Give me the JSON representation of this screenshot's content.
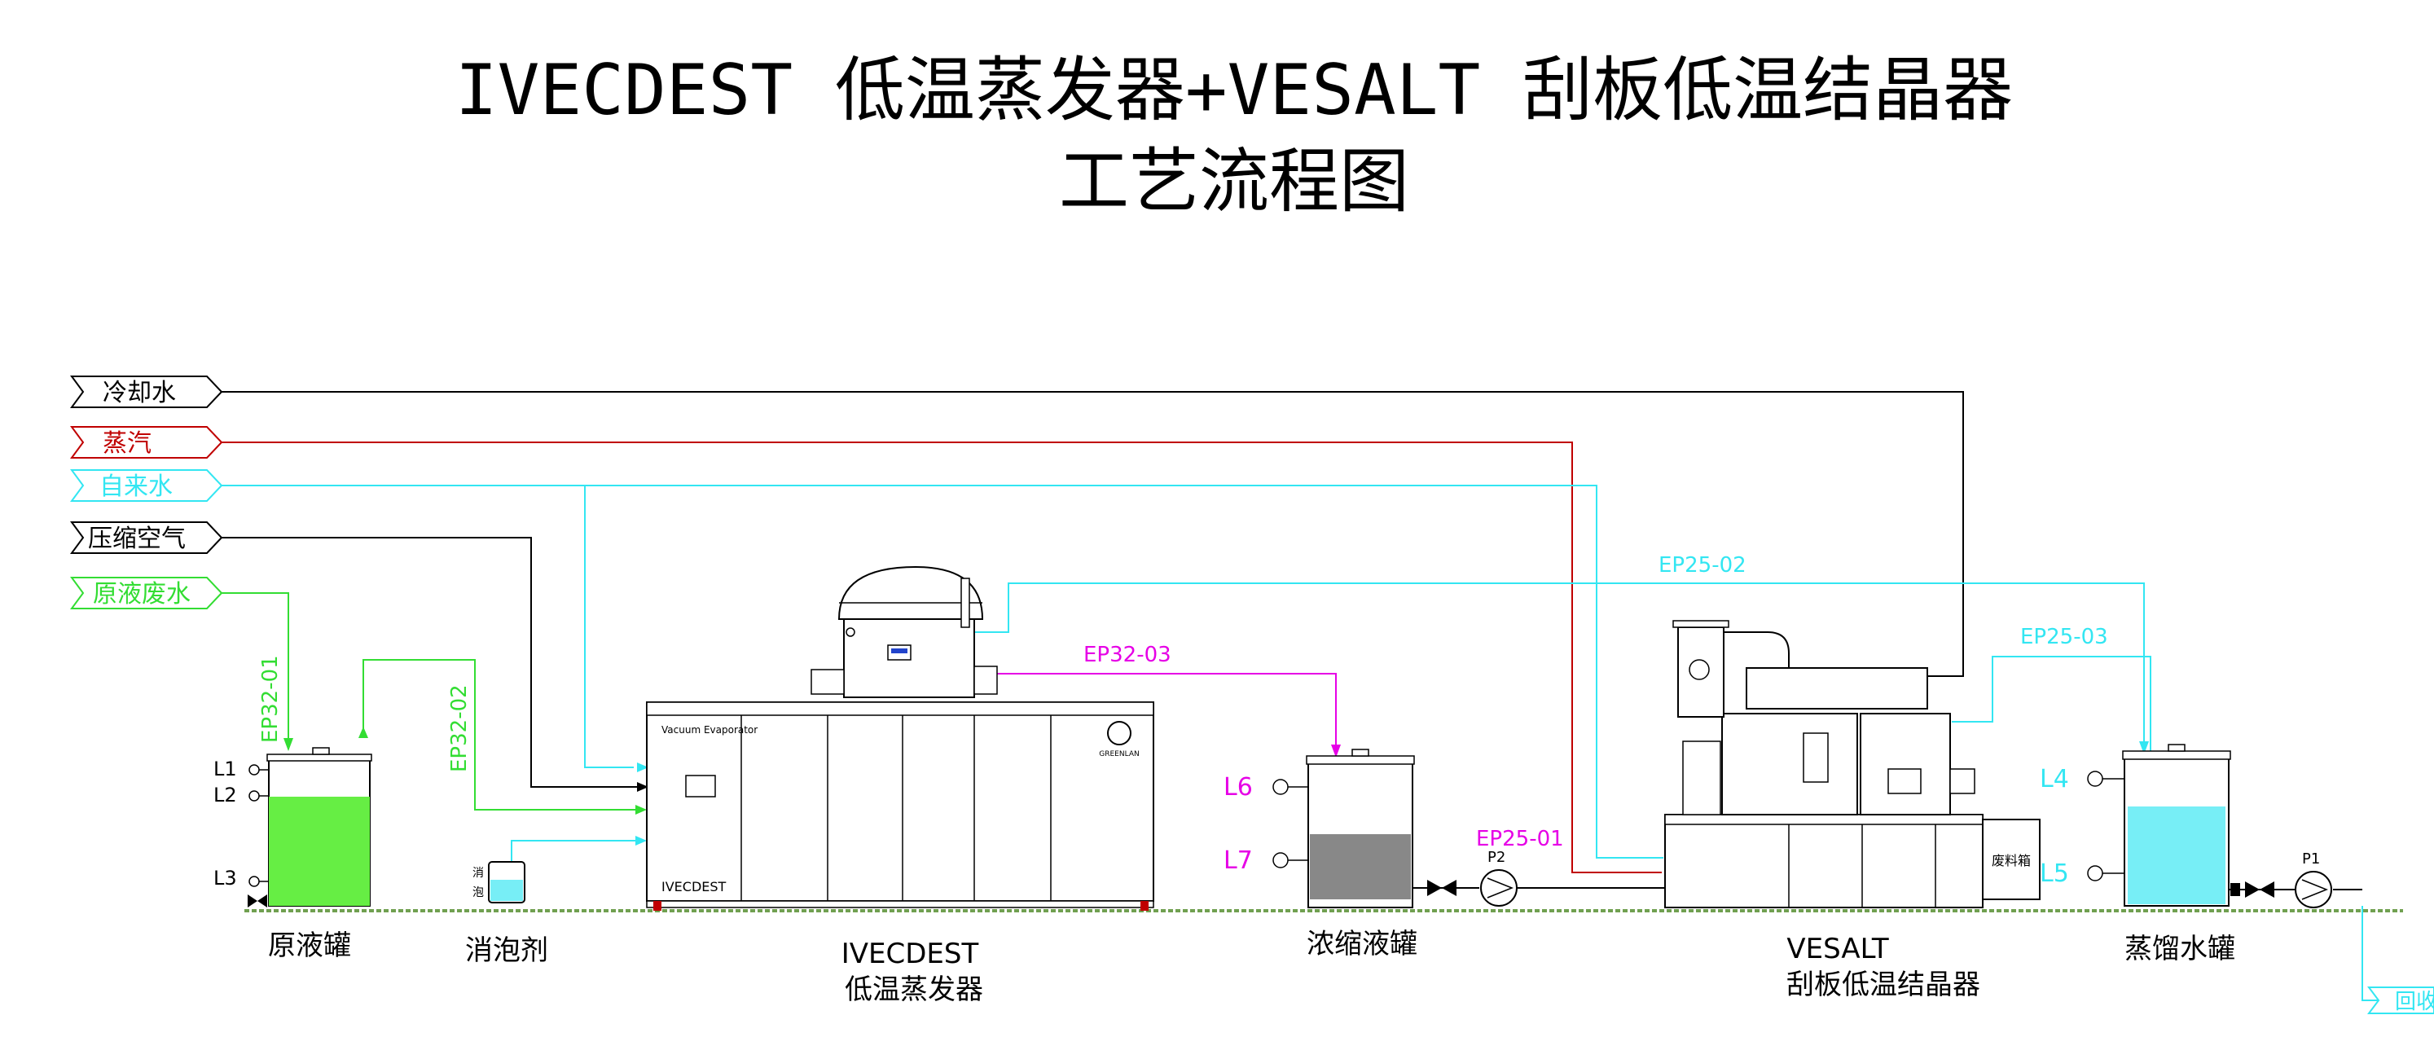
{
  "title": {
    "line1": "IVECDEST 低温蒸发器+VESALT 刮板低温结晶器",
    "line2": "工艺流程图"
  },
  "colors": {
    "cooling_water": "#000000",
    "steam": "#c00000",
    "tap_water": "#33e6f2",
    "compressed_air": "#000000",
    "raw_wastewater": "#33dd33",
    "concentrate": "#e600e6",
    "ground": "#70a050"
  },
  "utility_tags": [
    {
      "label": "冷却水",
      "color_key": "cooling_water"
    },
    {
      "label": "蒸汽",
      "color_key": "steam"
    },
    {
      "label": "自来水",
      "color_key": "tap_water"
    },
    {
      "label": "压缩空气",
      "color_key": "compressed_air"
    },
    {
      "label": "原液废水",
      "color_key": "raw_wastewater"
    }
  ],
  "pipe_labels": {
    "ep32_01": "EP32-01",
    "ep32_02": "EP32-02",
    "ep32_03": "EP32-03",
    "ep25_01": "EP25-01",
    "ep25_02": "EP25-02",
    "ep25_03": "EP25-03"
  },
  "levels": {
    "l1": "L1",
    "l2": "L2",
    "l3": "L3",
    "l4": "L4",
    "l5": "L5",
    "l6": "L6",
    "l7": "L7"
  },
  "pumps": {
    "p1": "P1",
    "p2": "P2"
  },
  "equipment": {
    "raw_tank": "原液罐",
    "defoamer": "消泡剂",
    "evaporator_name": "IVECDEST",
    "evaporator_desc": "低温蒸发器",
    "concentrate_tank": "浓缩液罐",
    "crystallizer_name": "VESALT",
    "crystallizer_desc": "刮板低温结晶器",
    "distillate_tank": "蒸馏水罐"
  },
  "equipment_text": {
    "evap_panel_top": "Vacuum Evaporator",
    "evap_panel_brand": "IVECDEST",
    "evap_logo": "GREENLAN",
    "defoamer_chars": [
      "消",
      "泡"
    ],
    "waste_bin": "废料箱"
  },
  "return_tag": "回收"
}
